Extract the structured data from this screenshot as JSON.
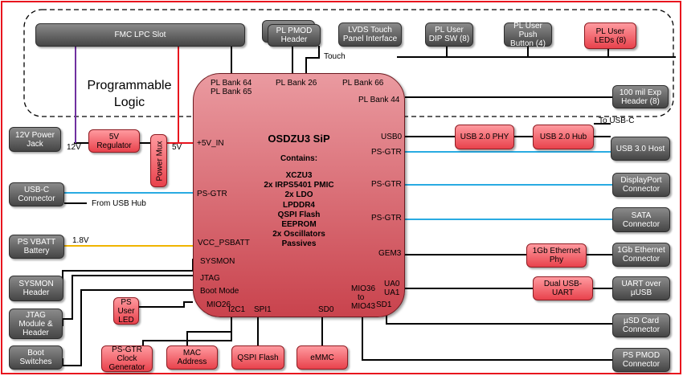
{
  "region": {
    "label": "Programmable Logic"
  },
  "soc": {
    "title": "OSDZU3 SiP",
    "contains_label": "Contains:",
    "contents": [
      "XCZU3",
      "2x IRPS5401 PMIC",
      "2x LDO",
      "LPDDR4",
      "QSPI Flash",
      "EEPROM",
      "2x Oscillators",
      "Passives"
    ]
  },
  "blocks": {
    "fmc": "FMC LPC Slot",
    "pmod_header": "PL PMOD Header",
    "lvds": "LVDS Touch Panel Interface",
    "user_dip": "PL User DIP SW (8)",
    "user_push": "PL User Push Button (4)",
    "user_leds": "PL User LEDs (8)",
    "exp_header": "100 mil Exp Header (8)",
    "power_jack": "12V Power Jack",
    "regulator": "5V Regulator",
    "power_mux": "Power Mux",
    "usbc": "USB-C Connector",
    "vbatt": "PS VBATT Battery",
    "sysmon_header": "SYSMON Header",
    "jtag": "JTAG Module & Header",
    "boot": "Boot Switches",
    "ps_led": "PS User LED",
    "psgtr_clock": "PS-GTR Clock Generator",
    "mac": "MAC Address",
    "qspi": "QSPI Flash",
    "emmc": "eMMC",
    "usb2_phy": "USB 2.0 PHY",
    "usb2_hub": "USB 2.0 Hub",
    "usb3_host": "USB 3.0 Host",
    "displayport": "DisplayPort Connector",
    "sata": "SATA Connector",
    "eth_phy": "1Gb Ethernet Phy",
    "eth_conn": "1Gb Ethernet Connector",
    "dual_uart": "Dual USB-UART",
    "uart_usb": "UART over µUSB",
    "sd_card": "µSD Card Connector",
    "ps_pmod": "PS PMOD Connector"
  },
  "pins": {
    "pl_bank_64": "PL Bank 64",
    "pl_bank_65": "PL Bank 65",
    "pl_bank_26": "PL Bank 26",
    "pl_bank_66": "PL Bank 66",
    "pl_bank_44": "PL Bank 44",
    "usb0": "USB0",
    "ps_gtr": "PS-GTR",
    "gem3": "GEM3",
    "ua0": "UA0",
    "ua1": "UA1",
    "sd1": "SD1",
    "mio36": "MIO36",
    "to": "to",
    "mio43": "MIO43",
    "plus5v_in": "+5V_IN",
    "vcc_psbatt": "VCC_PSBATT",
    "sysmon": "SYSMON",
    "jtag": "JTAG",
    "boot_mode": "Boot Mode",
    "mio26": "MIO26",
    "i2c1": "I2C1",
    "spi1": "SPI1",
    "sd0": "SD0"
  },
  "wire_labels": {
    "touch": "Touch",
    "v12": "12V",
    "v5": "5V",
    "v18": "1.8V",
    "from_usb_hub": "From USB Hub",
    "to_usbc": "To USB-C"
  },
  "colors": {
    "wire": "#000000",
    "usb_c_wire": "#29abe2",
    "power_12v": "#7030a0",
    "power_5v": "#e8141e",
    "battery_1v8": "#f0b400",
    "border": "#e8141e"
  }
}
